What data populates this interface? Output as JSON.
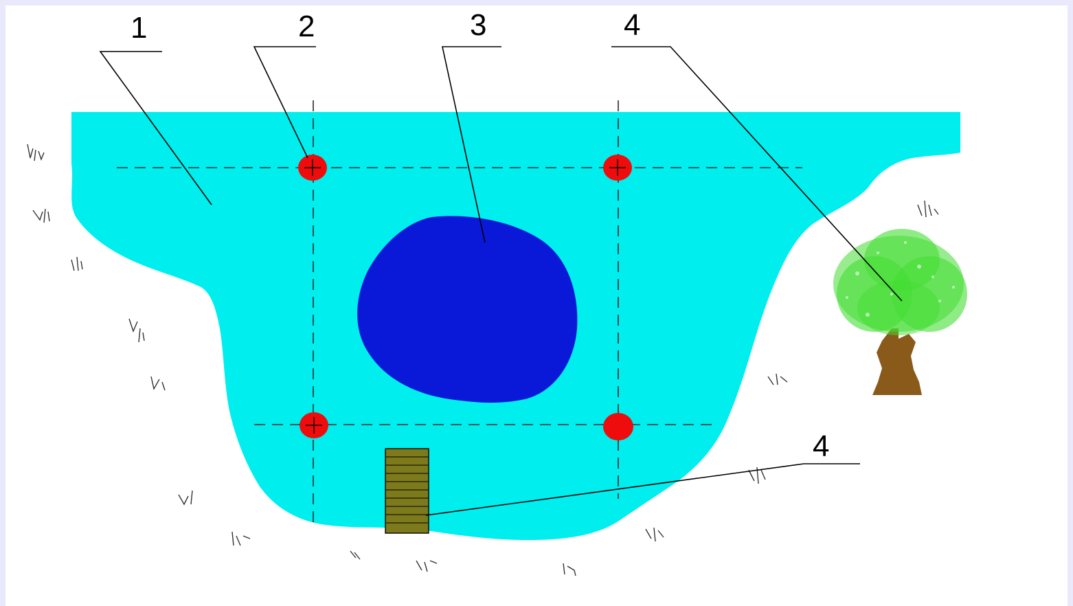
{
  "labels": {
    "callout_1": "1",
    "callout_2": "2",
    "callout_3": "3",
    "callout_4_top": "4",
    "callout_4_bottom": "4"
  },
  "colors": {
    "page_border": "#e9e9fb",
    "pond_water": "#00eeee",
    "deep_zone": "#0a19d8",
    "marker": "#ee0c0c",
    "ladder": "#7d7a1c",
    "tree_foliage": "#44dd33",
    "tree_trunk": "#8a5a1a"
  },
  "icons": {
    "marker": "red-circle-marker",
    "ladder": "ladder-icon",
    "tree": "tree-icon",
    "grass": "grass-tuft-icon"
  }
}
